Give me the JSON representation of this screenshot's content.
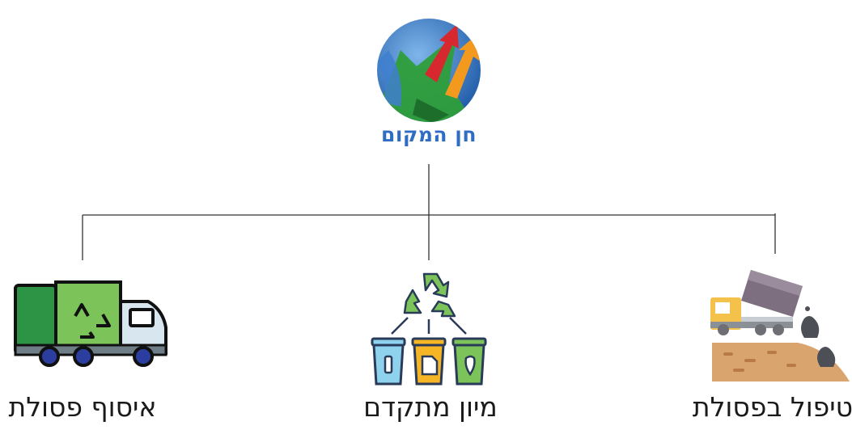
{
  "logo": {
    "title": "חן המקום",
    "colors": {
      "blue": "#2f6cc4",
      "green": "#2e9e3a",
      "red": "#d7282f",
      "orange": "#f39a1e"
    }
  },
  "nodes": [
    {
      "id": "waste-collection",
      "label": "איסוף פסולת",
      "icon": "garbage-truck-icon"
    },
    {
      "id": "advanced-sorting",
      "label": "מיון מתקדם",
      "icon": "recycling-bins-icon"
    },
    {
      "id": "waste-treatment",
      "label": "טיפול בפסולת",
      "icon": "dump-truck-landfill-icon"
    }
  ]
}
